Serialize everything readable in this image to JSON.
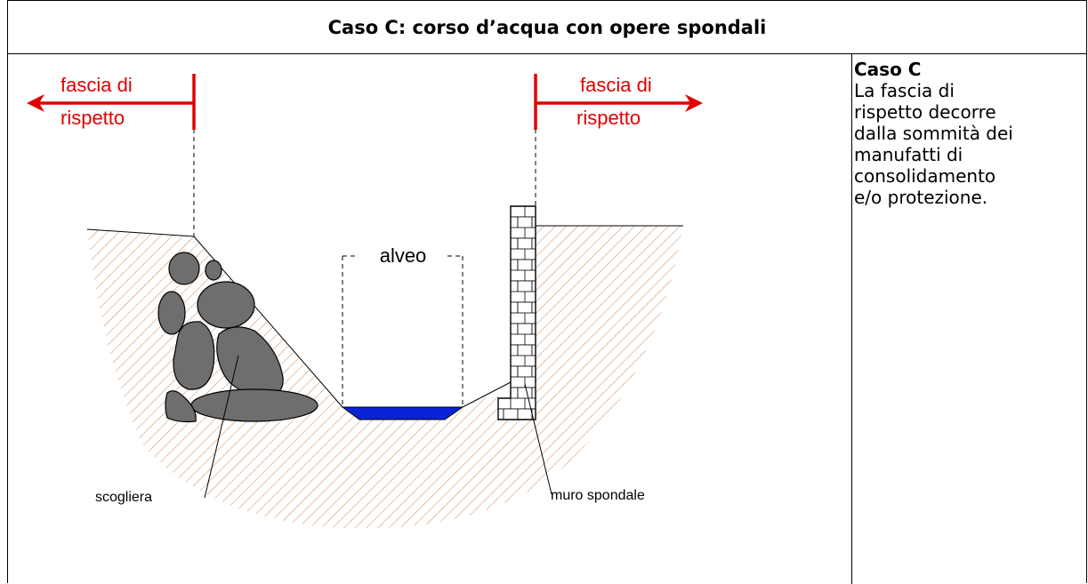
{
  "header": {
    "title": "Caso C: corso d’acqua con opere spondali"
  },
  "side_panel": {
    "title": "Caso C",
    "body": "La fascia di\nrispetto decorre\ndalla sommità dei\nmanufatti di\nconsolidamento\ne/o protezione."
  },
  "diagram": {
    "left_band": {
      "line1": "fascia di",
      "line2": "rispetto"
    },
    "right_band": {
      "line1": "fascia di",
      "line2": "rispetto"
    },
    "channel_label": "alveo",
    "left_bank_label": "scogliera",
    "right_bank_label": "muro spondale",
    "colors": {
      "band": "#e10000",
      "water": "#0a23d6",
      "hatch": "#c98a5a",
      "stone": "#6e6e6e"
    }
  }
}
